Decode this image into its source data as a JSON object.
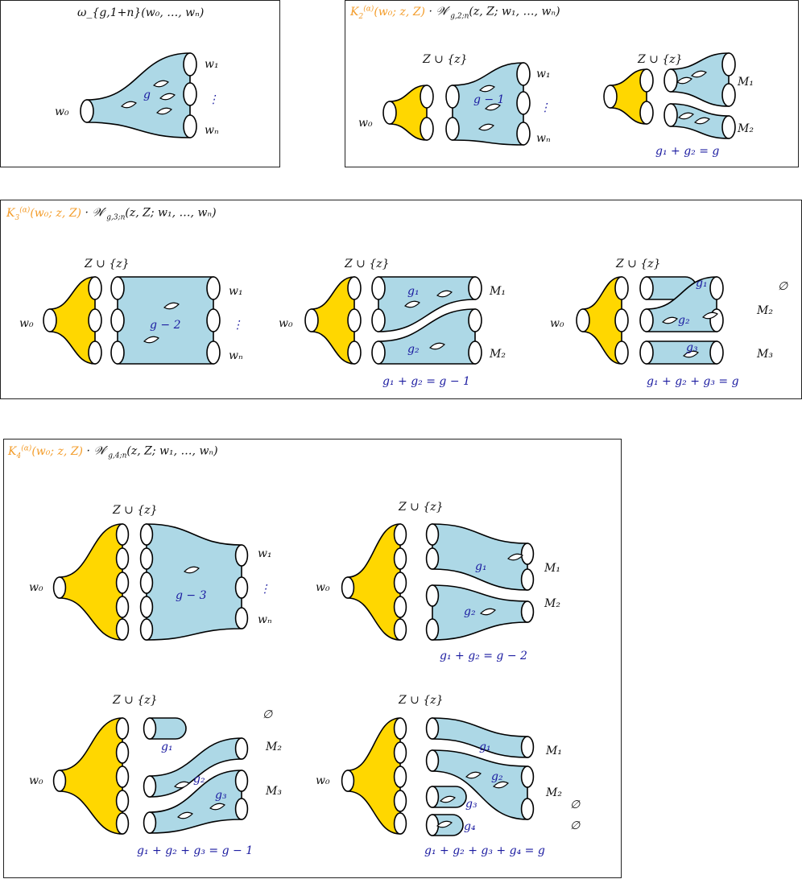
{
  "colors": {
    "surface": "#add8e6",
    "kernel": "#ffd700",
    "kernel_text": "#f39c2a",
    "genus_text": "#1a1aa0"
  },
  "panel1": {
    "title": "ω_{g,1+n}(w₀, …, wₙ)",
    "w0": "w₀",
    "w1": "w₁",
    "dots": "⋮",
    "wn": "wₙ",
    "genus": "g"
  },
  "panel2": {
    "k_main": "K",
    "k_sup": "(α)",
    "k_sub": "2",
    "k_args": "(w₀; z, Z)",
    "w_main": "· 𝒲′",
    "w_sub": "g,2;n",
    "w_args": "(z, Z; w₁, …, wₙ)",
    "a": {
      "zset": "Z ∪ {z}",
      "w0": "w₀",
      "genus": "g − 1",
      "w1": "w₁",
      "dots": "⋮",
      "wn": "wₙ"
    },
    "b": {
      "zset": "Z ∪ {z}",
      "m1": "M₁",
      "m2": "M₂",
      "eq": "g₁ + g₂ = g"
    }
  },
  "panel3": {
    "k_main": "K",
    "k_sup": "(α)",
    "k_sub": "3",
    "k_args": "(w₀; z, Z)",
    "w_main": "· 𝒲′",
    "w_sub": "g,3;n",
    "w_args": "(z, Z; w₁, …, wₙ)",
    "a": {
      "zset": "Z ∪ {z}",
      "w0": "w₀",
      "genus": "g − 2",
      "w1": "w₁",
      "dots": "⋮",
      "wn": "wₙ"
    },
    "b": {
      "zset": "Z ∪ {z}",
      "w0": "w₀",
      "g1": "g₁",
      "g2": "g₂",
      "m1": "M₁",
      "m2": "M₂",
      "eq": "g₁ + g₂ = g − 1"
    },
    "c": {
      "zset": "Z ∪ {z}",
      "w0": "w₀",
      "g1": "g₁",
      "g2": "g₂",
      "g3": "g₃",
      "empty": "∅",
      "m2": "M₂",
      "m3": "M₃",
      "eq": "g₁ + g₂ + g₃ = g"
    }
  },
  "panel4": {
    "k_main": "K",
    "k_sup": "(α)",
    "k_sub": "4",
    "k_args": "(w₀; z, Z)",
    "w_main": "· 𝒲′",
    "w_sub": "g,4;n",
    "w_args": "(z, Z; w₁, …, wₙ)",
    "a": {
      "zset": "Z ∪ {z}",
      "w0": "w₀",
      "genus": "g − 3",
      "w1": "w₁",
      "dots": "⋮",
      "wn": "wₙ"
    },
    "b": {
      "zset": "Z ∪ {z}",
      "w0": "w₀",
      "g1": "g₁",
      "g2": "g₂",
      "m1": "M₁",
      "m2": "M₂",
      "eq": "g₁ + g₂ = g − 2"
    },
    "c": {
      "zset": "Z ∪ {z}",
      "w0": "w₀",
      "g1": "g₁",
      "g2": "g₂",
      "g3": "g₃",
      "empty": "∅",
      "m2": "M₂",
      "m3": "M₃",
      "eq": "g₁ + g₂ + g₃ = g − 1"
    },
    "d": {
      "zset": "Z ∪ {z}",
      "w0": "w₀",
      "g1": "g₁",
      "g2": "g₂",
      "g3": "g₃",
      "g4": "g₄",
      "m1": "M₁",
      "m2": "M₂",
      "empty1": "∅",
      "empty2": "∅",
      "eq": "g₁ + g₂ + g₃ + g₄ = g"
    }
  }
}
